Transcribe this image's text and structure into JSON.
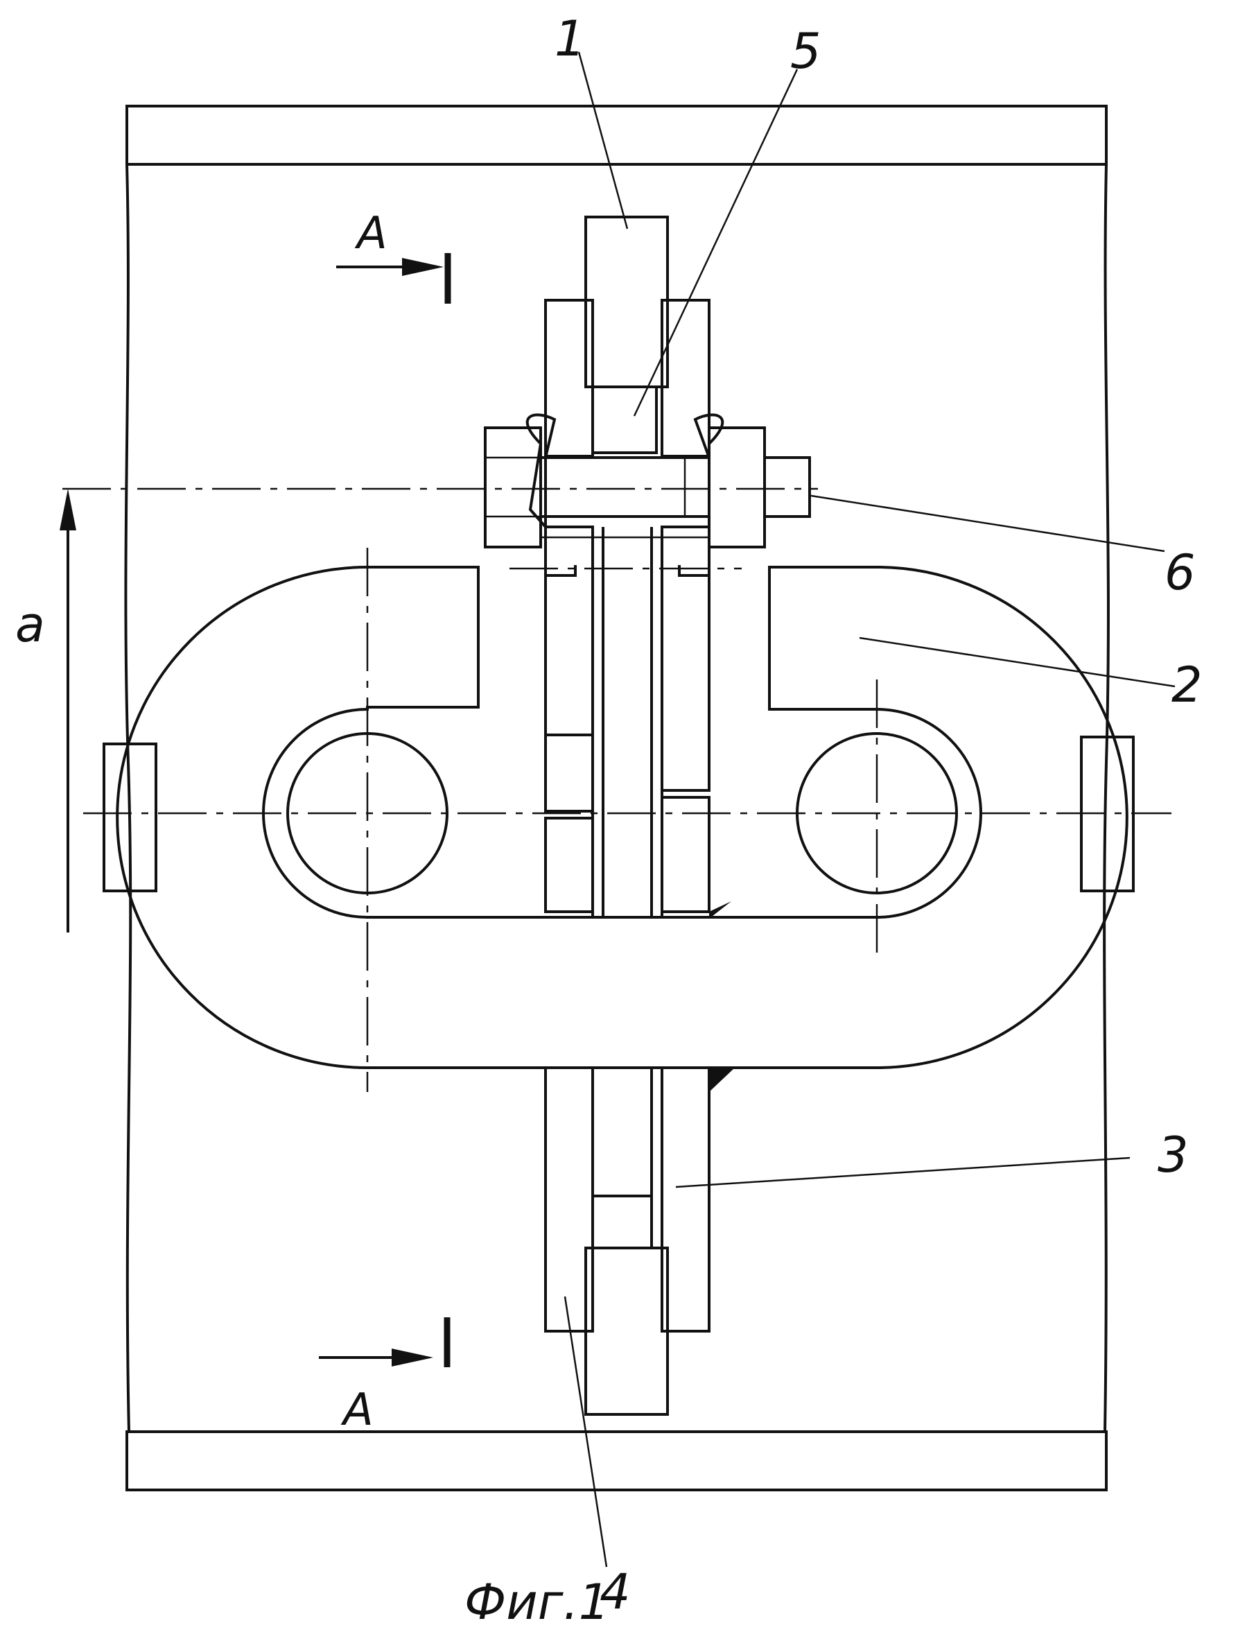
{
  "labels": {
    "part_1": "1",
    "part_2": "2",
    "part_3": "3",
    "part_4": "4",
    "part_5": "5",
    "part_6": "6",
    "dimension_a": "a",
    "section_top": "A",
    "section_bottom": "A",
    "caption": "Фиг.1"
  },
  "colors": {
    "ink": "#111111",
    "paper": "#ffffff"
  }
}
